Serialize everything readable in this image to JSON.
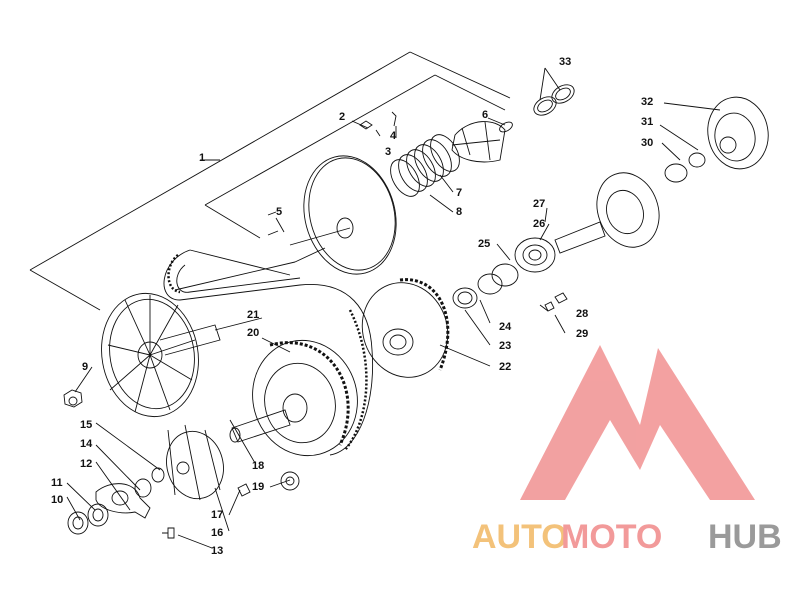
{
  "callouts": [
    {
      "id": "c1",
      "text": "1"
    },
    {
      "id": "c2",
      "text": "2"
    },
    {
      "id": "c3",
      "text": "3"
    },
    {
      "id": "c4",
      "text": "4"
    },
    {
      "id": "c5",
      "text": "5"
    },
    {
      "id": "c6",
      "text": "6"
    },
    {
      "id": "c7",
      "text": "7"
    },
    {
      "id": "c8",
      "text": "8"
    },
    {
      "id": "c9",
      "text": "9"
    },
    {
      "id": "c10",
      "text": "10"
    },
    {
      "id": "c11",
      "text": "11"
    },
    {
      "id": "c12",
      "text": "12"
    },
    {
      "id": "c13",
      "text": "13"
    },
    {
      "id": "c14",
      "text": "14"
    },
    {
      "id": "c15",
      "text": "15"
    },
    {
      "id": "c16",
      "text": "16"
    },
    {
      "id": "c17",
      "text": "17"
    },
    {
      "id": "c18",
      "text": "18"
    },
    {
      "id": "c19",
      "text": "19"
    },
    {
      "id": "c20",
      "text": "20"
    },
    {
      "id": "c21",
      "text": "21"
    },
    {
      "id": "c22",
      "text": "22"
    },
    {
      "id": "c23",
      "text": "23"
    },
    {
      "id": "c24",
      "text": "24"
    },
    {
      "id": "c25",
      "text": "25"
    },
    {
      "id": "c26",
      "text": "26"
    },
    {
      "id": "c27",
      "text": "27"
    },
    {
      "id": "c28",
      "text": "28"
    },
    {
      "id": "c29",
      "text": "29"
    },
    {
      "id": "c30",
      "text": "30"
    },
    {
      "id": "c31",
      "text": "31"
    },
    {
      "id": "c32",
      "text": "32"
    },
    {
      "id": "c33",
      "text": "33"
    }
  ],
  "watermark": {
    "part1": "AUTO",
    "part2": "MOTO",
    "part3": "HUB",
    "colors": {
      "part1": "#f3c27a",
      "part2": "#f29a9a",
      "part3": "#9a9a9a",
      "logo": "#f08a8a"
    }
  }
}
